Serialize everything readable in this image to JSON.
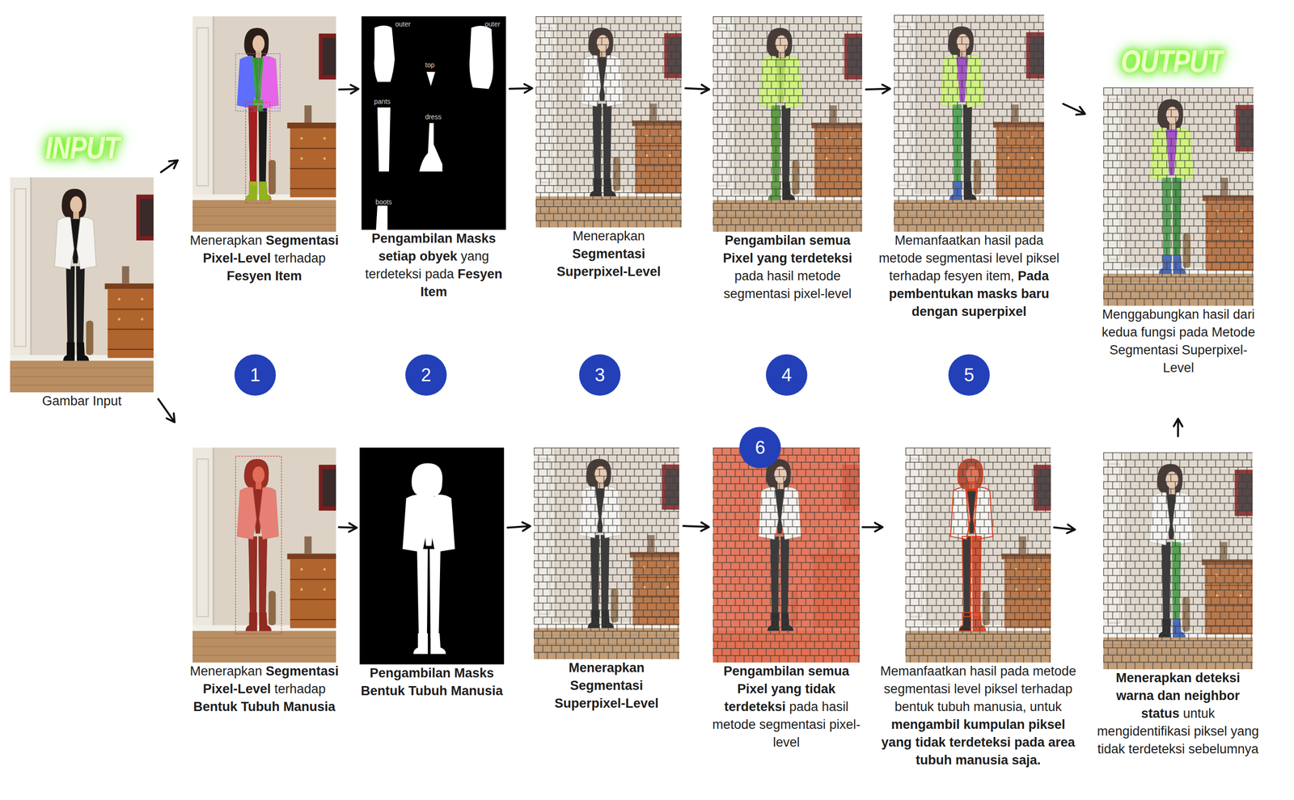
{
  "diagram": {
    "nodes": [
      {
        "text": [
          "Gambar Input"
        ]
      },
      {
        "text": [
          "Menerapkan Segmentasi Pixel-Level terhadap Fesyen Item"
        ]
      },
      {
        "text": [
          "Pengambilan Masks setiap obyek yang terdeteksi pada Fesyen Item"
        ]
      },
      {
        "text": [
          "Menerapkan Segmentasi Superpixel-Level"
        ]
      },
      {
        "text": [
          "Pengambilan semua Pixel yang terdeteksi pada hasil metode segmentasi pixel-level"
        ]
      },
      {
        "text": [
          "Memanfaatkan hasil pada metode segmentasi level piksel terhadap fesyen item, Pada pembentukan masks baru dengan superpixel"
        ]
      },
      {
        "text": [
          "Menggabungkan hasil dari kedua fungsi pada Metode Segmentasi Superpixel-Level"
        ]
      },
      {
        "text": [
          "1"
        ]
      },
      {
        "text": [
          "2"
        ]
      },
      {
        "text": [
          "3"
        ]
      },
      {
        "text": [
          "4"
        ]
      },
      {
        "text": [
          "5"
        ]
      },
      {
        "text": [
          "Menerapkan Segmentasi Pixel-Level terhadap Bentuk Tubuh Manusia"
        ]
      },
      {
        "text": [
          "Pengambilan Masks Bentuk Tubuh Manusia"
        ]
      },
      {
        "text": [
          "Menerapkan Segmentasi Superpixel-Level"
        ]
      },
      {
        "text": [
          "Pengambilan semua Pixel yang tidak terdeteksi pada hasil metode segmentasi pixel-level"
        ]
      },
      {
        "text": [
          "Memanfaatkan hasil pada metode segmentasi level piksel terhadap bentuk tubuh manusia, untuk mengambil kumpulan piksel yang tidak terdeteksi pada area tubuh manusia saja."
        ]
      },
      {
        "text": [
          "Menerapkan deteksi warna dan neighbor status untuk mengidentifikasi piksel yang tidak terdeteksi sebelumnya"
        ]
      },
      {
        "text": [
          "6"
        ]
      }
    ],
    "edges": [
      {
        "from": 0,
        "to": 1,
        "arrow": "to"
      },
      {
        "from": 0,
        "to": 12,
        "arrow": "to"
      },
      {
        "from": 1,
        "to": 2,
        "arrow": "to"
      },
      {
        "from": 2,
        "to": 3,
        "arrow": "to"
      },
      {
        "from": 3,
        "to": 4,
        "arrow": "to"
      },
      {
        "from": 4,
        "to": 5,
        "arrow": "to"
      },
      {
        "from": 5,
        "to": 6,
        "arrow": "to"
      },
      {
        "from": 12,
        "to": 13,
        "arrow": "to"
      },
      {
        "from": 13,
        "to": 14,
        "arrow": "to"
      },
      {
        "from": 14,
        "to": 15,
        "arrow": "to"
      },
      {
        "from": 15,
        "to": 16,
        "arrow": "to"
      },
      {
        "from": 16,
        "to": 17,
        "arrow": "to"
      },
      {
        "from": 17,
        "to": 6,
        "arrow": "to"
      }
    ],
    "labels": [
      "INPUT",
      "OUTPUT",
      "outer",
      "outer",
      "top",
      "pants",
      "dress",
      "boots"
    ]
  }
}
